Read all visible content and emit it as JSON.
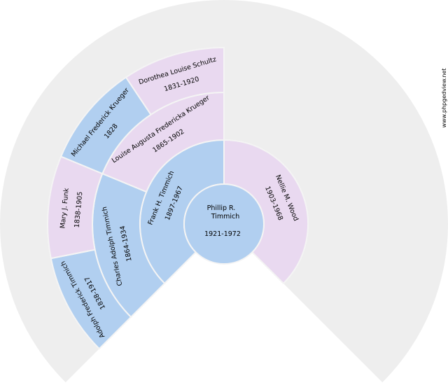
{
  "colors": {
    "male": "#b1cff0",
    "female": "#e9d9f0",
    "background_fan": "#eeeeee",
    "separator": "#f4f4f4"
  },
  "watermark": "www.phpgedview.net",
  "root": {
    "name_line1": "Phillip R.",
    "name_line2": "Timmich",
    "dates": "1921-1972",
    "sex": "male"
  },
  "generations": [
    [
      {
        "name": "Frank H. Timmich",
        "dates": "1897-1967",
        "sex": "male"
      },
      {
        "name": "Nellie M. Wood",
        "dates": "1903-1968",
        "sex": "female"
      }
    ],
    [
      {
        "name": "Charles Adolph Timmich",
        "dates": "1864-1934",
        "sex": "male"
      },
      {
        "name": "Louise Augusta Fredericka Krueger",
        "dates": "1865-1902",
        "sex": "female"
      }
    ],
    [
      {
        "name": "Adolph Frederick Timmich",
        "dates": "1838-1917",
        "sex": "male"
      },
      {
        "name": "Mary J. Funk",
        "dates": "1838-1905",
        "sex": "female"
      },
      {
        "name": "Michael Frederick Krueger",
        "dates": "1828",
        "sex": "male"
      },
      {
        "name": "Dorothea Louise Schultz",
        "dates": "1831-1920",
        "sex": "female"
      }
    ]
  ]
}
